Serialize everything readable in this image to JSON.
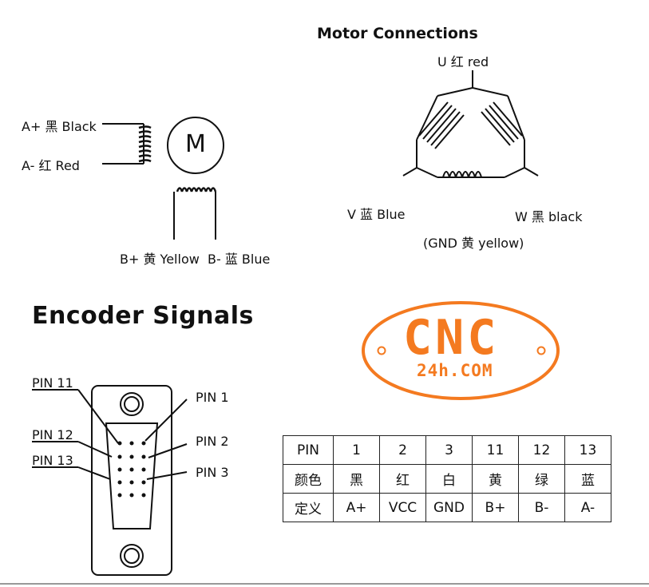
{
  "motor": {
    "title": "Motor Connections",
    "u_label": "U 红 red",
    "v_label": "V 蓝 Blue",
    "w_label": "W 黑 black",
    "gnd_label": "(GND 黄 yellow)",
    "a_plus": "A+ 黑 Black",
    "a_minus": "A- 红 Red",
    "b_labels": "B+ 黄 Yellow  B- 蓝 Blue",
    "m_symbol": "M"
  },
  "encoder": {
    "title": "Encoder Signals",
    "pins": [
      "PIN 11",
      "PIN 12",
      "PIN 13",
      "PIN 1",
      "PIN 2",
      "PIN 3"
    ]
  },
  "logo": {
    "text": "CNC",
    "subtext": "24h.COM",
    "color": "#f47a20"
  },
  "table": {
    "rows": [
      [
        "PIN",
        "1",
        "2",
        "3",
        "11",
        "12",
        "13"
      ],
      [
        "颜色",
        "黑",
        "红",
        "白",
        "黄",
        "绿",
        "蓝"
      ],
      [
        "定义",
        "A+",
        "VCC",
        "GND",
        "B+",
        "B-",
        "A-"
      ]
    ]
  }
}
